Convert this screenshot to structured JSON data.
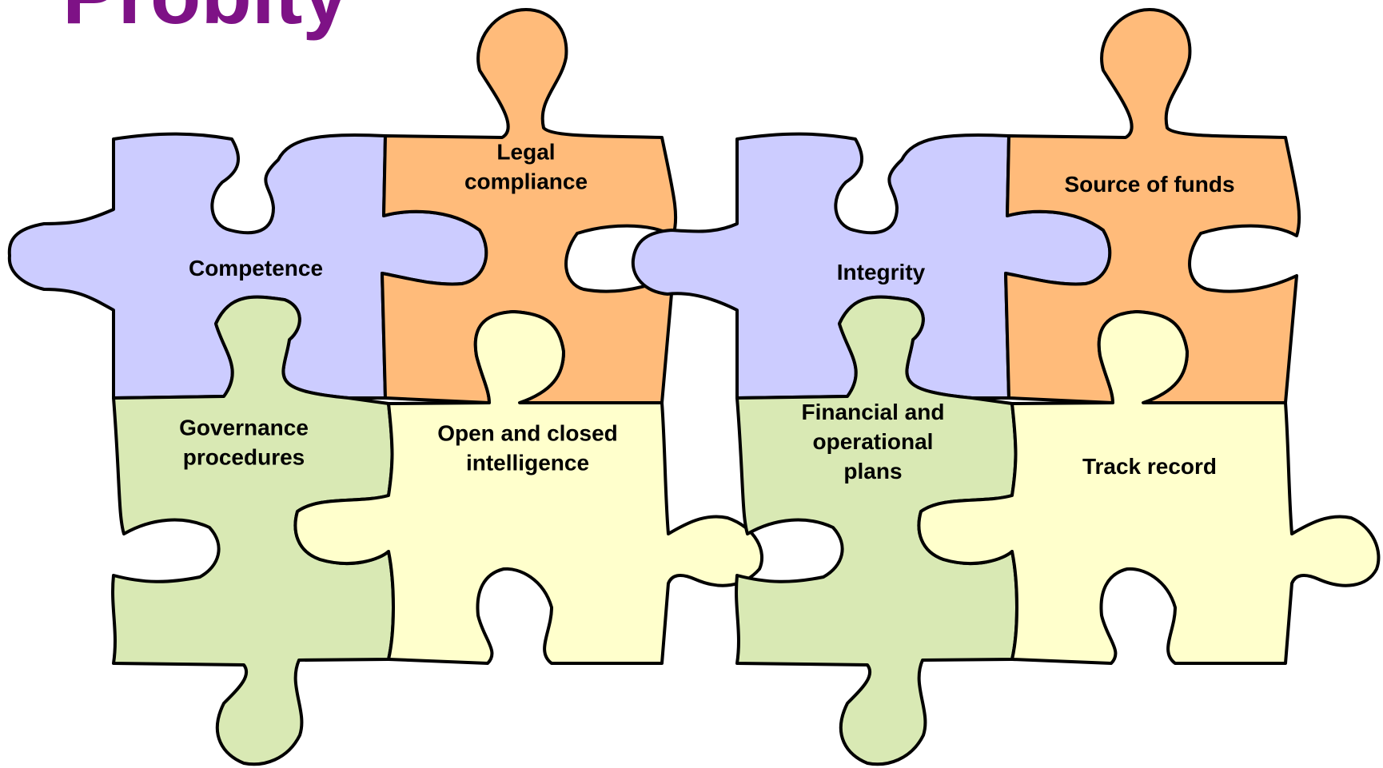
{
  "title": "Probity",
  "colors": {
    "title": "#7e1286",
    "purple": "#ccccff",
    "orange": "#ffbb7a",
    "green": "#d9e9b4",
    "yellow": "#ffffcc",
    "outline": "#000000"
  },
  "pieces": [
    {
      "id": "competence",
      "color": "purple",
      "lines": [
        "Competence"
      ]
    },
    {
      "id": "legal-compliance",
      "color": "orange",
      "lines": [
        "Legal",
        "compliance"
      ]
    },
    {
      "id": "governance-procedures",
      "color": "green",
      "lines": [
        "Governance",
        "procedures"
      ]
    },
    {
      "id": "open-closed-intelligence",
      "color": "yellow",
      "lines": [
        "Open and closed",
        "intelligence"
      ]
    },
    {
      "id": "integrity",
      "color": "purple",
      "lines": [
        "Integrity"
      ]
    },
    {
      "id": "source-of-funds",
      "color": "orange",
      "lines": [
        "Source of funds"
      ]
    },
    {
      "id": "financial-operational-plans",
      "color": "green",
      "lines": [
        "Financial and",
        "operational",
        "plans"
      ]
    },
    {
      "id": "track-record",
      "color": "yellow",
      "lines": [
        "Track record"
      ]
    }
  ]
}
